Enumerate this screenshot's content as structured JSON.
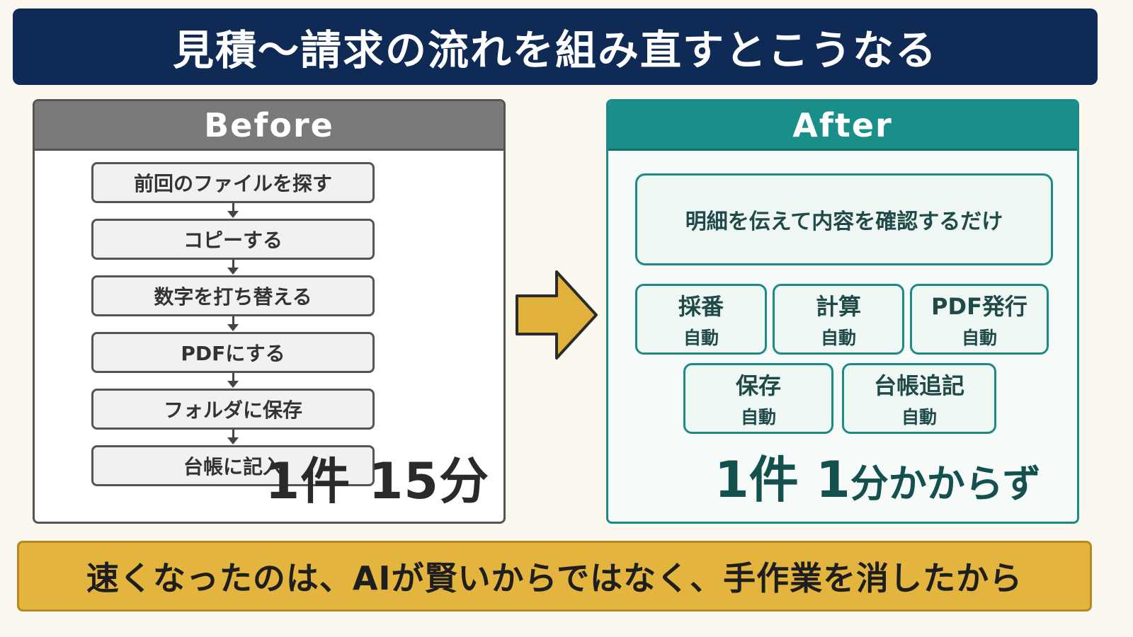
{
  "title": "見積〜請求の流れを組み直すとこうなる",
  "before": {
    "header": "Before",
    "steps": [
      "前回のファイルを探す",
      "コピーする",
      "数字を打ち替える",
      "PDFにする",
      "フォルダに保存",
      "台帳に記入"
    ],
    "time": "1件 15分"
  },
  "after": {
    "header": "After",
    "main": "明細を伝えて内容を確認するだけ",
    "auto_items": [
      {
        "name": "採番",
        "status": "自動"
      },
      {
        "name": "計算",
        "status": "自動"
      },
      {
        "name": "PDF発行",
        "status": "自動"
      },
      {
        "name": "保存",
        "status": "自動"
      },
      {
        "name": "台帳追記",
        "status": "自動"
      }
    ],
    "time_a": "1件 1",
    "time_b": "分かからず"
  },
  "footer": "速くなったのは、AIが賢いからではなく、手作業を消したから",
  "colors": {
    "title_bg": "#0f2a55",
    "before_head": "#7a7a7a",
    "after_head": "#1a8e88",
    "arrow": "#e0b23c",
    "footer_bg": "#e3b43e"
  }
}
